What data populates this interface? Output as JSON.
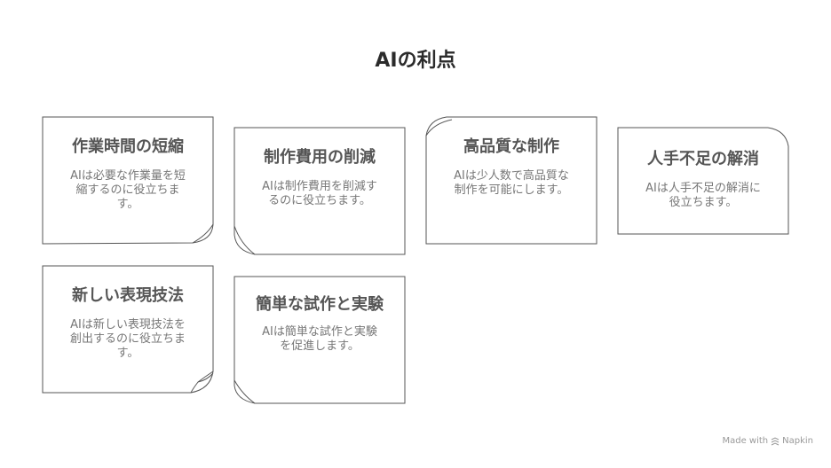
{
  "title": "AIの利点",
  "cards": [
    {
      "title": "作業時間の短縮",
      "desc": "AIは必要な作業量を短縮するのに役立ちます。"
    },
    {
      "title": "制作費用の削減",
      "desc": "AIは制作費用を削減するのに役立ちます。"
    },
    {
      "title": "高品質な制作",
      "desc": "AIは少人数で高品質な制作を可能にします。"
    },
    {
      "title": "人手不足の解消",
      "desc": "AIは人手不足の解消に役立ちます。"
    },
    {
      "title": "新しい表現技法",
      "desc": "AIは新しい表現技法を創出するのに役立ちます。"
    },
    {
      "title": "簡単な試作と実験",
      "desc": "AIは簡単な試作と実験を促進します。"
    }
  ],
  "footer": {
    "made_with": "Made with",
    "brand": "Napkin",
    "logo_icon": "napkin-logo-icon"
  }
}
